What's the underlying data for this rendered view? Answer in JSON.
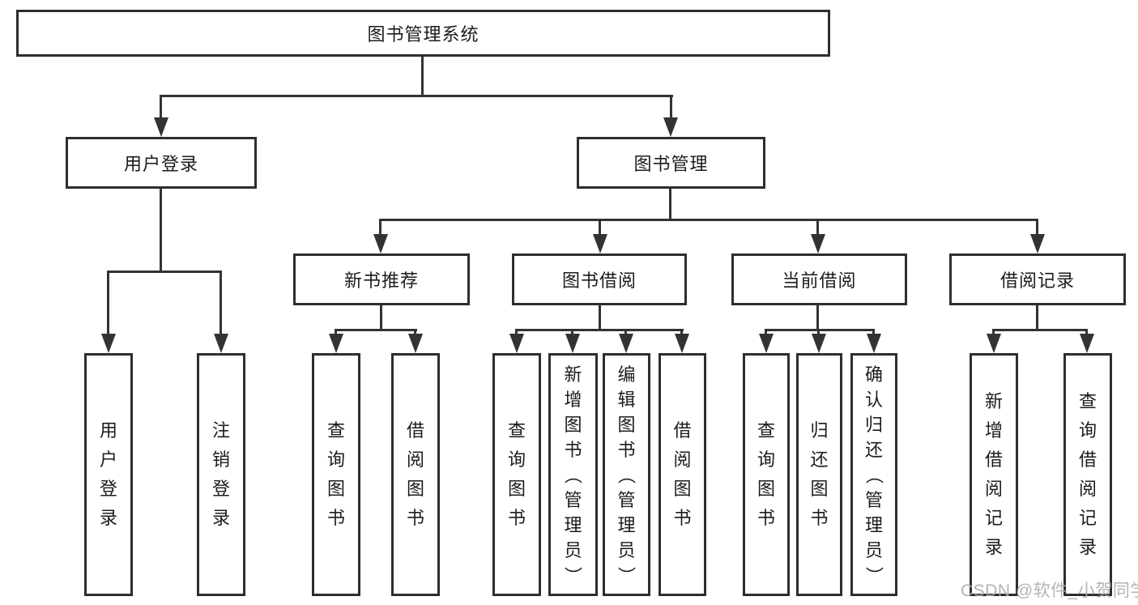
{
  "colors": {
    "line": "#333333",
    "box_border": "#2e2e2e",
    "text": "#1c1c1c",
    "watermark": "#a8abb0"
  },
  "root": {
    "label": "图书管理系统"
  },
  "level2": [
    {
      "label": "用户登录"
    },
    {
      "label": "图书管理"
    }
  ],
  "level3": [
    {
      "label": "新书推荐"
    },
    {
      "label": "图书借阅"
    },
    {
      "label": "当前借阅"
    },
    {
      "label": "借阅记录"
    }
  ],
  "leaves": [
    {
      "label": "用户登录"
    },
    {
      "label": "注销登录"
    },
    {
      "label": "查询图书"
    },
    {
      "label": "借阅图书"
    },
    {
      "label": "查询图书"
    },
    {
      "label": "新增图书（管理员）"
    },
    {
      "label": "编辑图书（管理员）"
    },
    {
      "label": "借阅图书"
    },
    {
      "label": "查询图书"
    },
    {
      "label": "归还图书"
    },
    {
      "label": "确认归还（管理员）"
    },
    {
      "label": "新增借阅记录"
    },
    {
      "label": "查询借阅记录"
    }
  ],
  "watermark": "CSDN @软件_小贺同学"
}
